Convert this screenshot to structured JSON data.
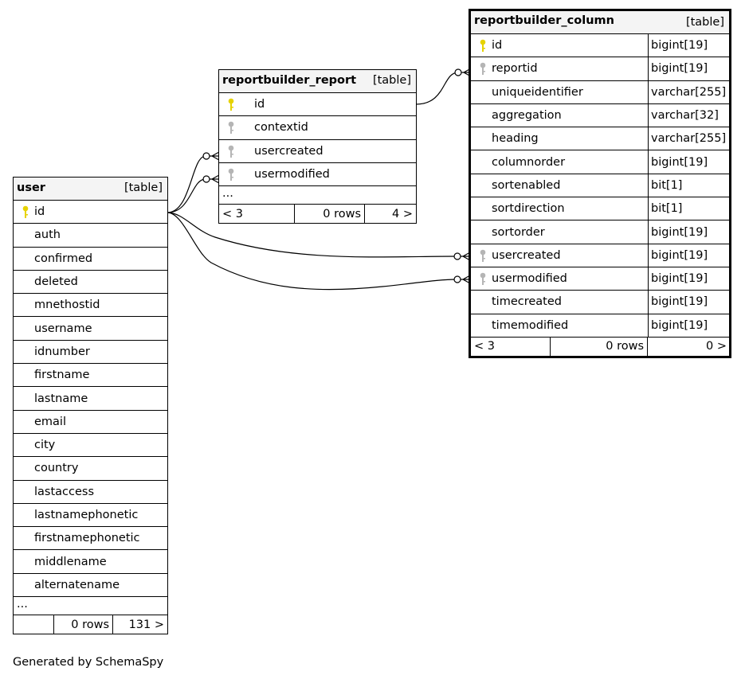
{
  "tables": {
    "report": {
      "name": "reportbuilder_report",
      "kind": "[table]",
      "columns": [
        {
          "name": "id",
          "key": "primary"
        },
        {
          "name": "contextid",
          "key": "foreign"
        },
        {
          "name": "usercreated",
          "key": "foreign"
        },
        {
          "name": "usermodified",
          "key": "foreign"
        }
      ],
      "ellipsis": "...",
      "footer": {
        "parents": "< 3",
        "rows": "0 rows",
        "children": "4 >"
      }
    },
    "column": {
      "name": "reportbuilder_column",
      "kind": "[table]",
      "columns": [
        {
          "name": "id",
          "type": "bigint[19]",
          "key": "primary"
        },
        {
          "name": "reportid",
          "type": "bigint[19]",
          "key": "foreign"
        },
        {
          "name": "uniqueidentifier",
          "type": "varchar[255]",
          "key": "none"
        },
        {
          "name": "aggregation",
          "type": "varchar[32]",
          "key": "none"
        },
        {
          "name": "heading",
          "type": "varchar[255]",
          "key": "none"
        },
        {
          "name": "columnorder",
          "type": "bigint[19]",
          "key": "none"
        },
        {
          "name": "sortenabled",
          "type": "bit[1]",
          "key": "none"
        },
        {
          "name": "sortdirection",
          "type": "bit[1]",
          "key": "none"
        },
        {
          "name": "sortorder",
          "type": "bigint[19]",
          "key": "none"
        },
        {
          "name": "usercreated",
          "type": "bigint[19]",
          "key": "foreign"
        },
        {
          "name": "usermodified",
          "type": "bigint[19]",
          "key": "foreign"
        },
        {
          "name": "timecreated",
          "type": "bigint[19]",
          "key": "none"
        },
        {
          "name": "timemodified",
          "type": "bigint[19]",
          "key": "none"
        }
      ],
      "footer": {
        "parents": "< 3",
        "rows": "0 rows",
        "children": "0 >"
      }
    },
    "user": {
      "name": "user",
      "kind": "[table]",
      "columns": [
        {
          "name": "id",
          "key": "primary"
        },
        {
          "name": "auth",
          "key": "none"
        },
        {
          "name": "confirmed",
          "key": "none"
        },
        {
          "name": "deleted",
          "key": "none"
        },
        {
          "name": "mnethostid",
          "key": "none"
        },
        {
          "name": "username",
          "key": "none"
        },
        {
          "name": "idnumber",
          "key": "none"
        },
        {
          "name": "firstname",
          "key": "none"
        },
        {
          "name": "lastname",
          "key": "none"
        },
        {
          "name": "email",
          "key": "none"
        },
        {
          "name": "city",
          "key": "none"
        },
        {
          "name": "country",
          "key": "none"
        },
        {
          "name": "lastaccess",
          "key": "none"
        },
        {
          "name": "lastnamephonetic",
          "key": "none"
        },
        {
          "name": "firstnamephonetic",
          "key": "none"
        },
        {
          "name": "middlename",
          "key": "none"
        },
        {
          "name": "alternatename",
          "key": "none"
        }
      ],
      "ellipsis": "...",
      "footer": {
        "parents": "",
        "rows": "0 rows",
        "children": "131 >"
      }
    }
  },
  "relationships": [
    {
      "from": "reportbuilder_report.id",
      "to": "reportbuilder_column.reportid"
    },
    {
      "from": "user.id",
      "to": "reportbuilder_report.usercreated"
    },
    {
      "from": "user.id",
      "to": "reportbuilder_report.usermodified"
    },
    {
      "from": "user.id",
      "to": "reportbuilder_column.usercreated"
    },
    {
      "from": "user.id",
      "to": "reportbuilder_column.usermodified"
    }
  ],
  "colors": {
    "primary_key": "#e6d200",
    "foreign_key": "#b5b5b5",
    "header_bg": "#f4f4f4"
  },
  "generated_by": "Generated by SchemaSpy"
}
